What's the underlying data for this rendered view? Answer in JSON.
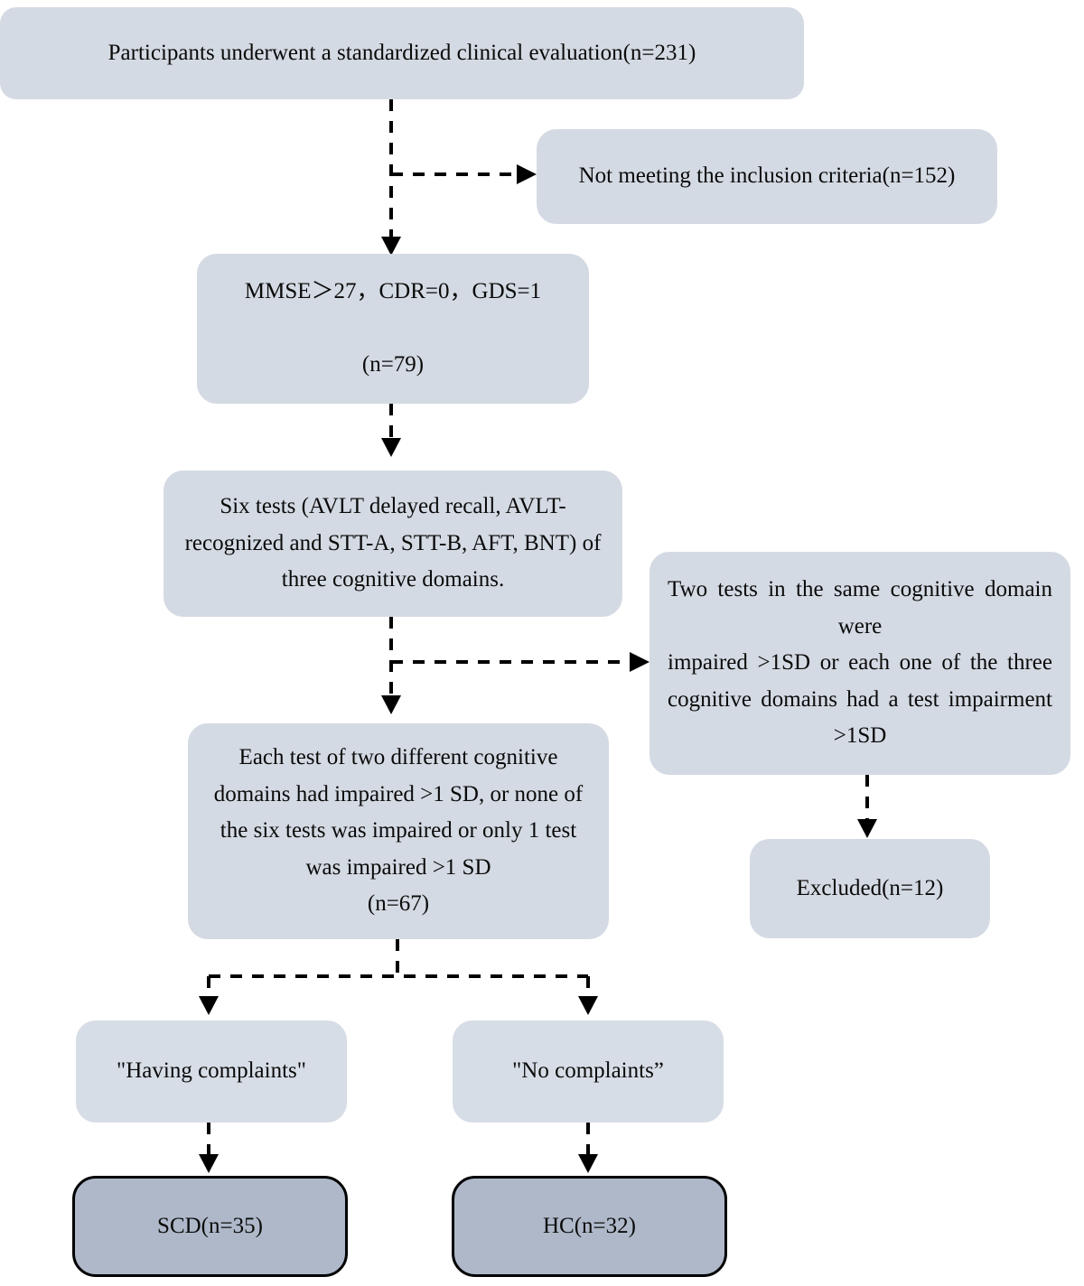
{
  "figure": {
    "type": "flowchart",
    "title": "Participant screening and group assignment flow",
    "palette": {
      "node_fill": "#d4dae3",
      "node_fill_light": "#d7dde6",
      "terminal_fill": "#aeb8c9",
      "terminal_border": "#000000",
      "connector": "#000000",
      "background": "#ffffff"
    }
  },
  "nodes": {
    "enrolled": {
      "id": "enrolled",
      "text": "Participants underwent a standardized clinical evaluation(n=231)",
      "n": 231
    },
    "excluded_criteria": {
      "id": "excluded_criteria",
      "text": "Not meeting the inclusion criteria(n=152)",
      "n": 152
    },
    "screening": {
      "id": "screening",
      "text": "MMSE＞27，CDR=0，GDS=1\n\n(n=79)",
      "n": 79
    },
    "six_tests": {
      "id": "six_tests",
      "text": "Six tests (AVLT delayed recall, AVLT-recognized and STT-A, STT-B, AFT, BNT) of three cognitive domains."
    },
    "two_tests_impaired": {
      "id": "two_tests_impaired",
      "text": "Two tests in the same cognitive domain were\nimpaired >1SD or each one of the three cognitive domains had a test impairment >1SD"
    },
    "each_test": {
      "id": "each_test",
      "text": "Each test of two different cognitive domains had impaired >1 SD, or none of the six tests was impaired or only 1 test was impaired >1 SD\n(n=67)",
      "n": 67
    },
    "excluded_12": {
      "id": "excluded_12",
      "text": "Excluded(n=12)",
      "n": 12
    },
    "having_complaints": {
      "id": "having_complaints",
      "text": "\"Having complaints\""
    },
    "no_complaints": {
      "id": "no_complaints",
      "text": "\"No complaints”"
    },
    "scd": {
      "id": "scd",
      "text": "SCD(n=35)",
      "n": 35
    },
    "hc": {
      "id": "hc",
      "text": "HC(n=32)",
      "n": 32
    }
  },
  "edges": [
    {
      "from": "enrolled",
      "to": "excluded_criteria",
      "style": "dashed",
      "arrow": "right"
    },
    {
      "from": "enrolled",
      "to": "screening",
      "style": "dashed",
      "arrow": "down"
    },
    {
      "from": "screening",
      "to": "six_tests",
      "style": "dashed",
      "arrow": "down"
    },
    {
      "from": "six_tests",
      "to": "two_tests_impaired",
      "style": "dashed",
      "arrow": "right"
    },
    {
      "from": "six_tests",
      "to": "each_test",
      "style": "dashed",
      "arrow": "down"
    },
    {
      "from": "two_tests_impaired",
      "to": "excluded_12",
      "style": "dashed",
      "arrow": "down"
    },
    {
      "from": "each_test",
      "to": "having_complaints",
      "style": "dashed",
      "arrow": "down"
    },
    {
      "from": "each_test",
      "to": "no_complaints",
      "style": "dashed",
      "arrow": "down"
    },
    {
      "from": "having_complaints",
      "to": "scd",
      "style": "dashed",
      "arrow": "down"
    },
    {
      "from": "no_complaints",
      "to": "hc",
      "style": "dashed",
      "arrow": "down"
    }
  ]
}
